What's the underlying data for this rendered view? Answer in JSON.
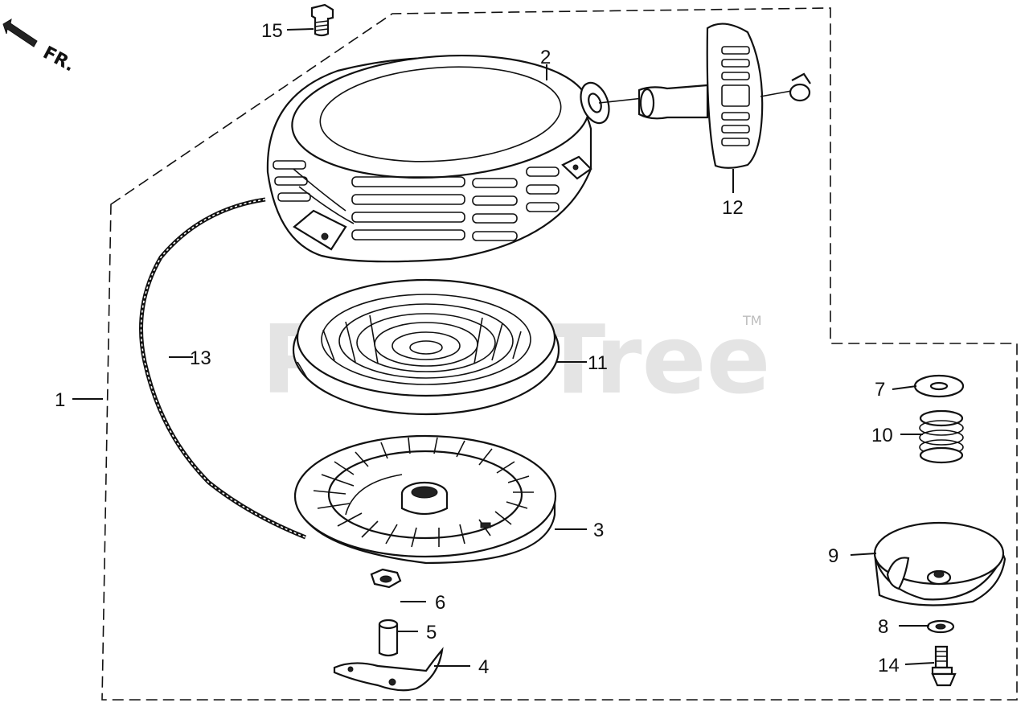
{
  "direction": {
    "label": "FR.",
    "icon": "direction-arrow-icon"
  },
  "watermark": {
    "text": "PartsTree",
    "trademark": "TM"
  },
  "callouts": [
    {
      "id": "1",
      "label": "1"
    },
    {
      "id": "2",
      "label": "2"
    },
    {
      "id": "3",
      "label": "3"
    },
    {
      "id": "4",
      "label": "4"
    },
    {
      "id": "5",
      "label": "5"
    },
    {
      "id": "6",
      "label": "6"
    },
    {
      "id": "7",
      "label": "7"
    },
    {
      "id": "8",
      "label": "8"
    },
    {
      "id": "9",
      "label": "9"
    },
    {
      "id": "10",
      "label": "10"
    },
    {
      "id": "11",
      "label": "11"
    },
    {
      "id": "12",
      "label": "12"
    },
    {
      "id": "13",
      "label": "13"
    },
    {
      "id": "14",
      "label": "14"
    },
    {
      "id": "15",
      "label": "15"
    }
  ]
}
